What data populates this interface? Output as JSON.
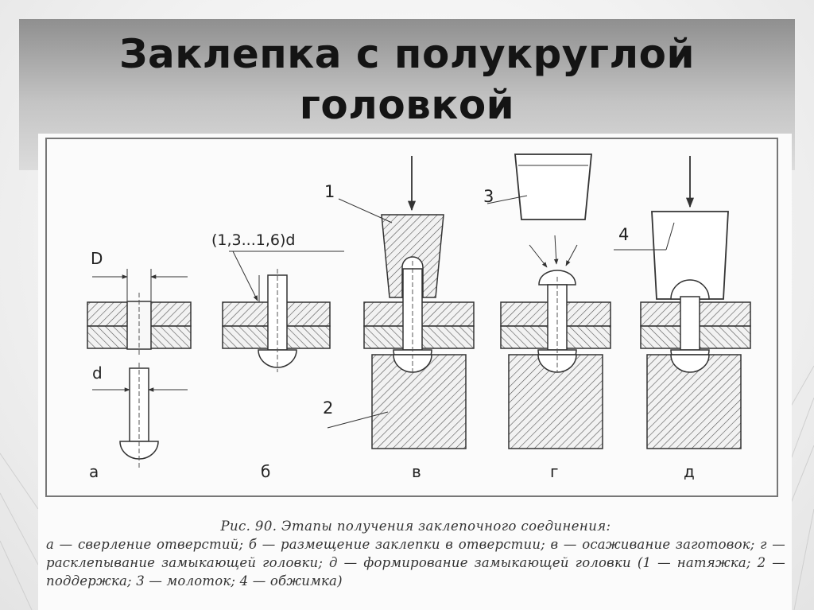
{
  "slide": {
    "title_line1": "Заклепка с полукруглой",
    "title_line2": "головкой"
  },
  "diagram": {
    "dim_D": "D",
    "dim_d": "d",
    "dim_ratio": "(1,3...1,6)d",
    "callouts": [
      "1",
      "2",
      "3",
      "4"
    ],
    "stage_labels": [
      "а",
      "б",
      "в",
      "г",
      "д"
    ]
  },
  "caption": {
    "head": "Рис. 90. Этапы получения заклепочного соединения:",
    "body": "а — сверление отверстий; б — размещение заклепки в отверстии; в — осаживание заготовок; г — расклепывание замыкающей головки; д — формирование замыкающей головки (1 — натяжка; 2 — поддержка; 3 — молоток; 4 — обжимка)"
  }
}
